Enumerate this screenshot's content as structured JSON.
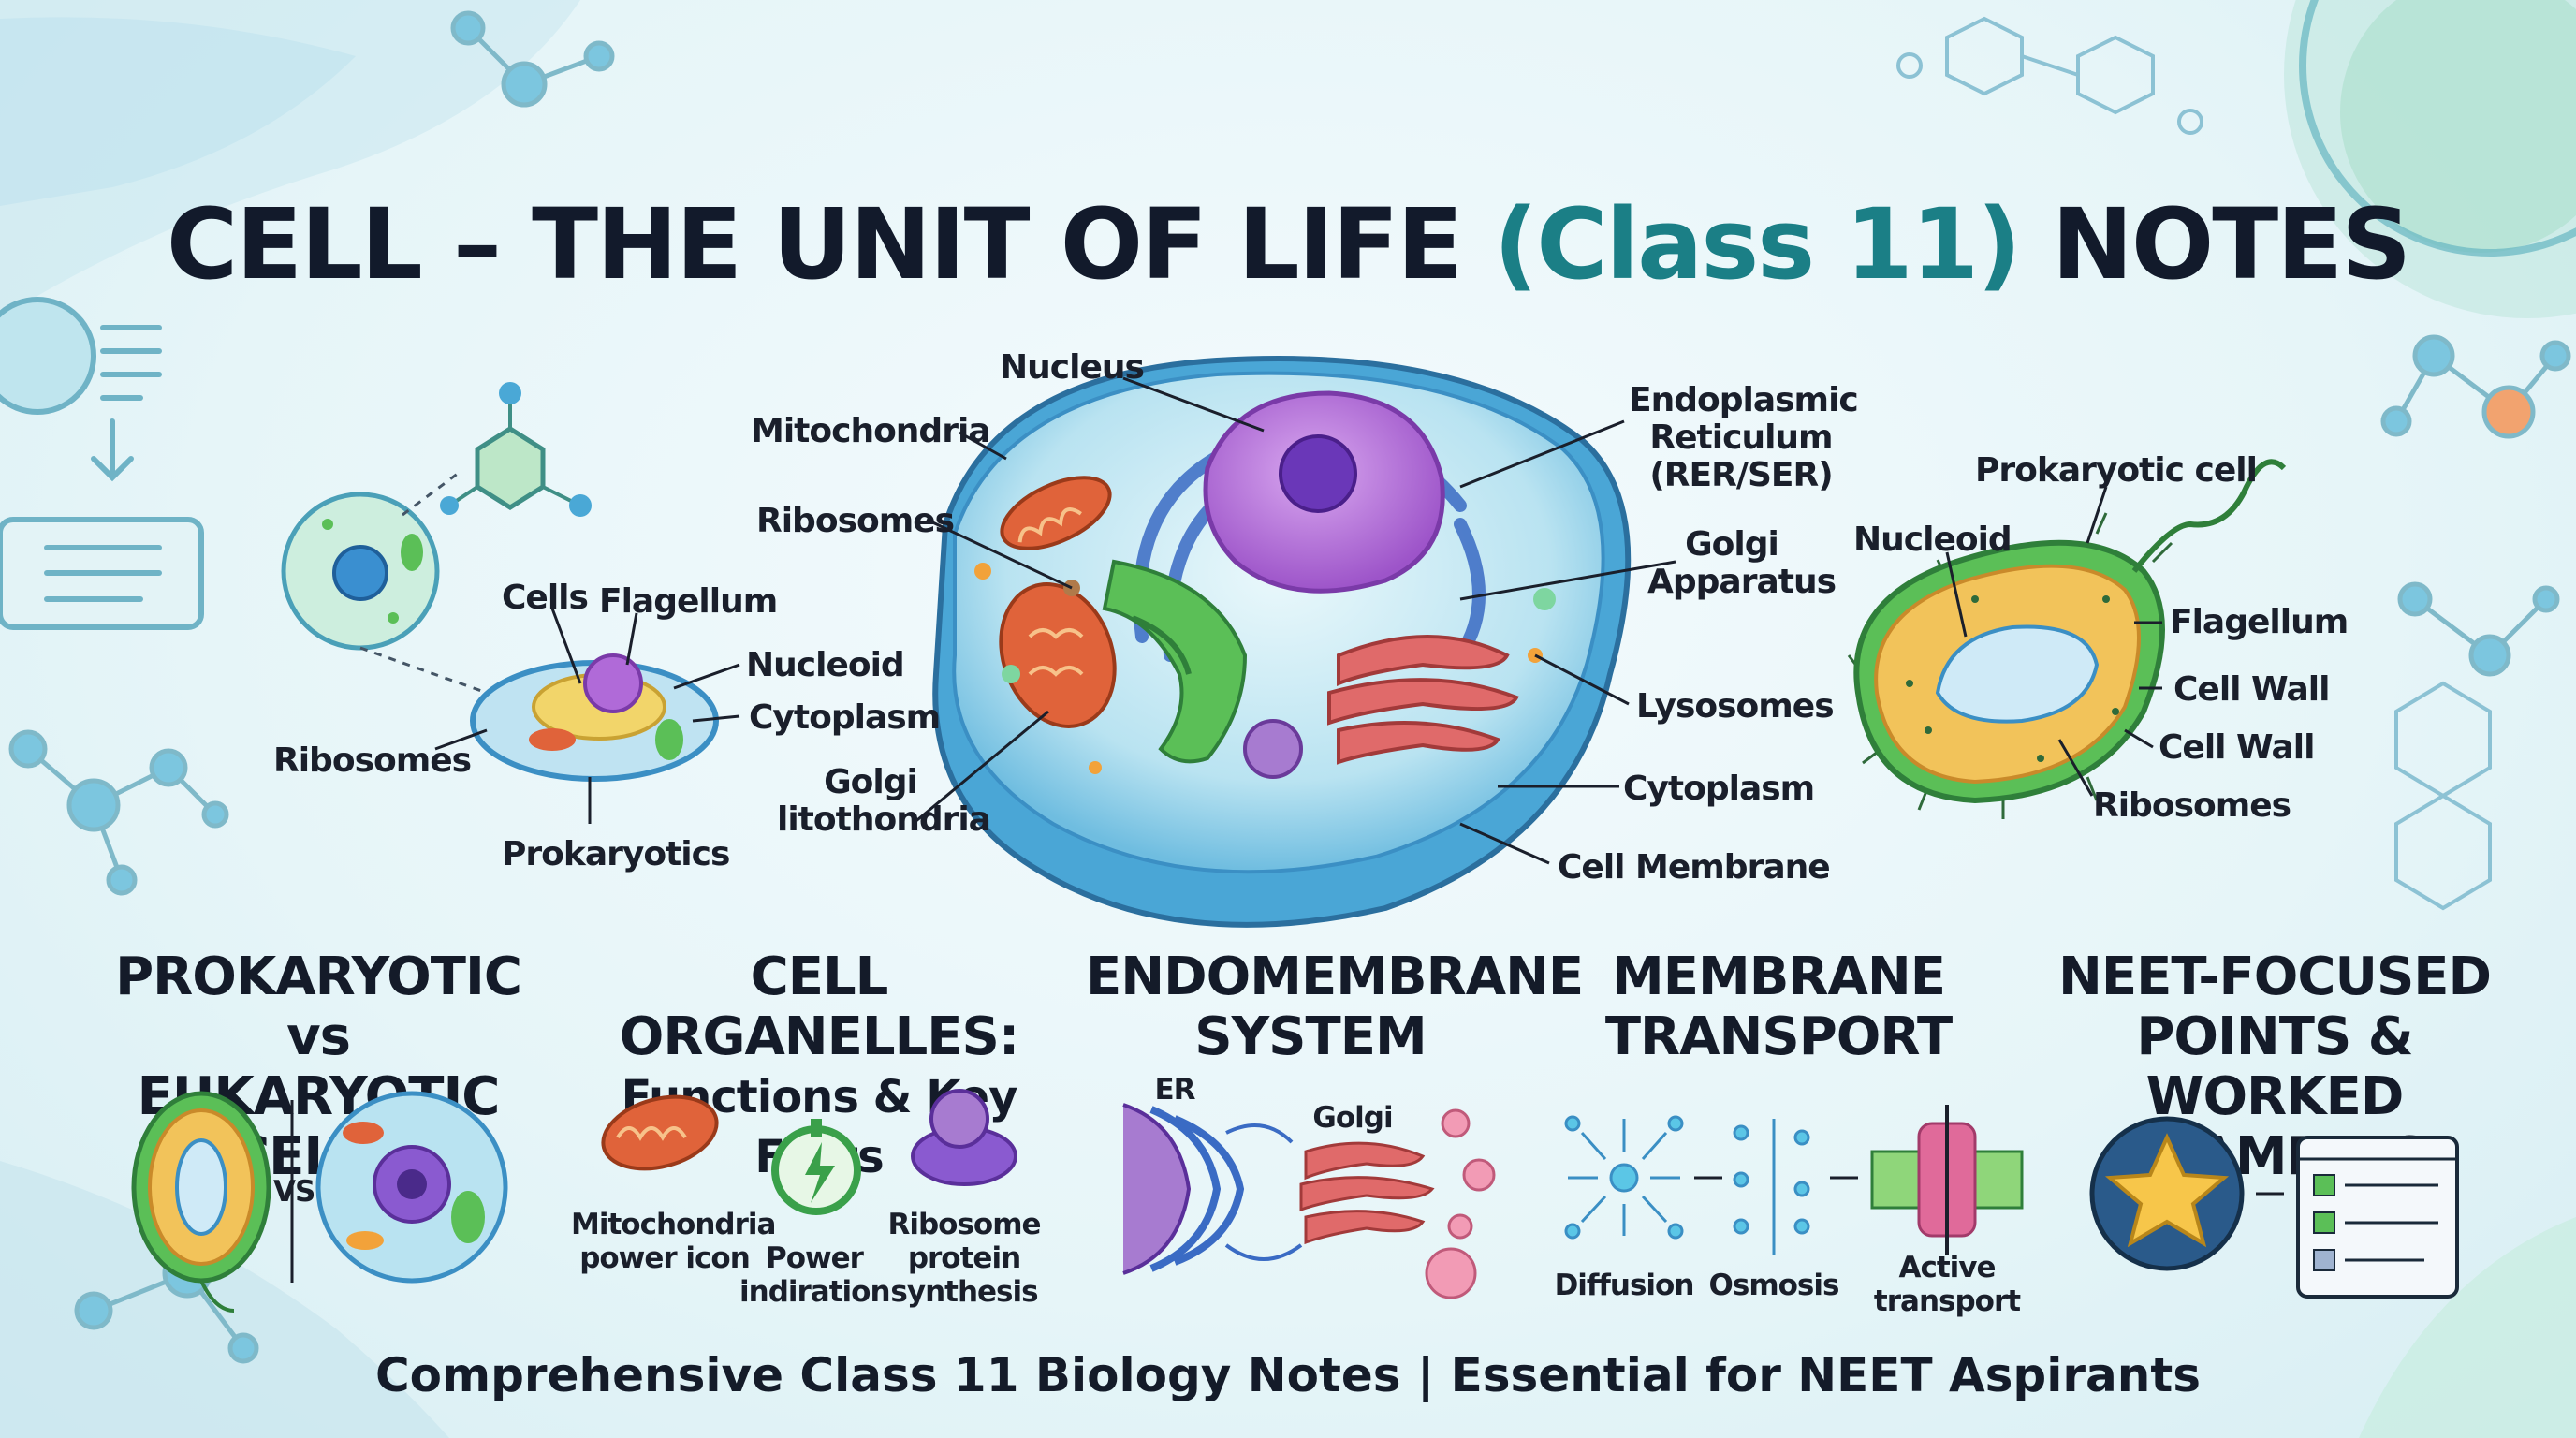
{
  "title": {
    "main": "CELL – THE UNIT OF LIFE ",
    "accent": "(Class 11)",
    "tail": " NOTES"
  },
  "center_cell_labels": {
    "nucleus": "Nucleus",
    "mitochondria": "Mitochondria",
    "ribosomes": "Ribosomes",
    "golgi_left": "Golgi\nlitothondria",
    "er": "Endoplasmic\nReticulum\n(RER/SER)",
    "golgi_apparatus": "Golgi\nApparatus",
    "lysosomes": "Lysosomes",
    "cytoplasm": "Cytoplasm",
    "cell_membrane": "Cell Membrane"
  },
  "left_cell_labels": {
    "cells": "Cells",
    "flagellum": "Flagellum",
    "nucleoid": "Nucleoid",
    "cytoplasm": "Cytoplasm",
    "ribosomes": "Ribosomes",
    "prokaryotics": "Prokaryotics"
  },
  "prokaryote_labels": {
    "title": "Prokaryotic cell",
    "nucleoid": "Nucleoid",
    "flagellum": "Flagellum",
    "cell_wall_1": "Cell Wall",
    "cell_wall_2": "Cell Wall",
    "ribosomes": "Ribosomes"
  },
  "sections": {
    "pro_vs_euk": {
      "line1": "PROKARYOTIC vs",
      "line2": "EUKARYOTIC CELLS",
      "vs": "VS"
    },
    "organelles": {
      "line1": "CELL ORGANELLES:",
      "line2": "Functions & Key Facts",
      "mito": "Mitochondria\npower icon",
      "power": "Power\nindiration",
      "ribo": "Ribosome\nprotein\nsynthesis"
    },
    "endomembrane": {
      "line1": "ENDOMEMBRANE",
      "line2": "SYSTEM",
      "er": "ER",
      "golgi": "Golgi"
    },
    "transport": {
      "line1": "MEMBRANE",
      "line2": "TRANSPORT",
      "diffusion": "Diffusion",
      "osmosis": "Osmosis",
      "active": "Active\ntransport"
    },
    "neet": {
      "line1": "NEET-FOCUSED",
      "line2": "POINTS & WORKED",
      "line3": "EXAMPLES"
    }
  },
  "footer": "Comprehensive Class 11 Biology Notes | Essential for NEET Aspirants",
  "colors": {
    "accent": "#1b7f86",
    "membrane": "#3b8fc4",
    "nucleus": "#b06ad8",
    "mito": "#e0633a"
  }
}
